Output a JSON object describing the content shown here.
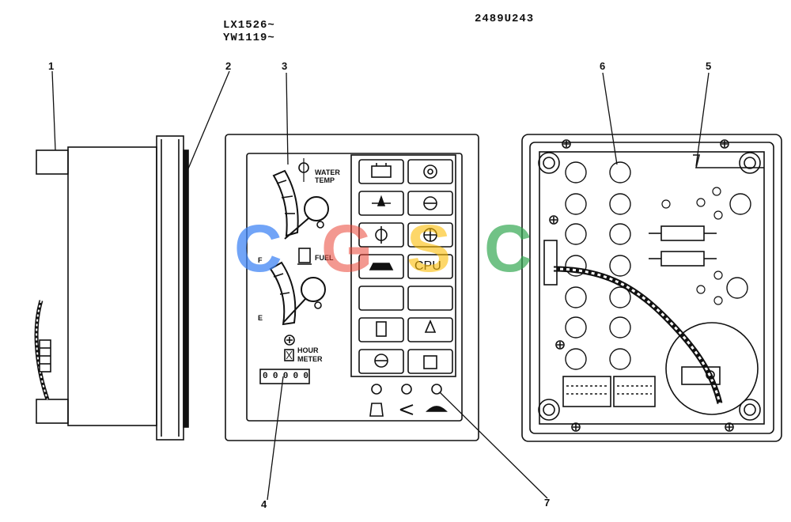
{
  "header": {
    "serial_line1": "LX1526~",
    "serial_line2": "YW1119~",
    "part_number": "2489U243"
  },
  "callouts": [
    "1",
    "2",
    "3",
    "4",
    "5",
    "6",
    "7"
  ],
  "panel": {
    "water_temp_line1": "WATER",
    "water_temp_line2": "TEMP",
    "fuel_label": "FUEL",
    "fuel_full": "F",
    "fuel_empty": "E",
    "hour_meter_line1": "HOUR",
    "hour_meter_line2": "METER",
    "hour_digits": [
      "0",
      "0",
      "0",
      "0",
      "0"
    ],
    "cpu_label": "CPU"
  },
  "watermark": {
    "letters": [
      "C",
      "G",
      "S",
      "C"
    ],
    "colors": [
      "#4285f4",
      "#ea4335",
      "#fbbc05",
      "#34a853"
    ]
  }
}
